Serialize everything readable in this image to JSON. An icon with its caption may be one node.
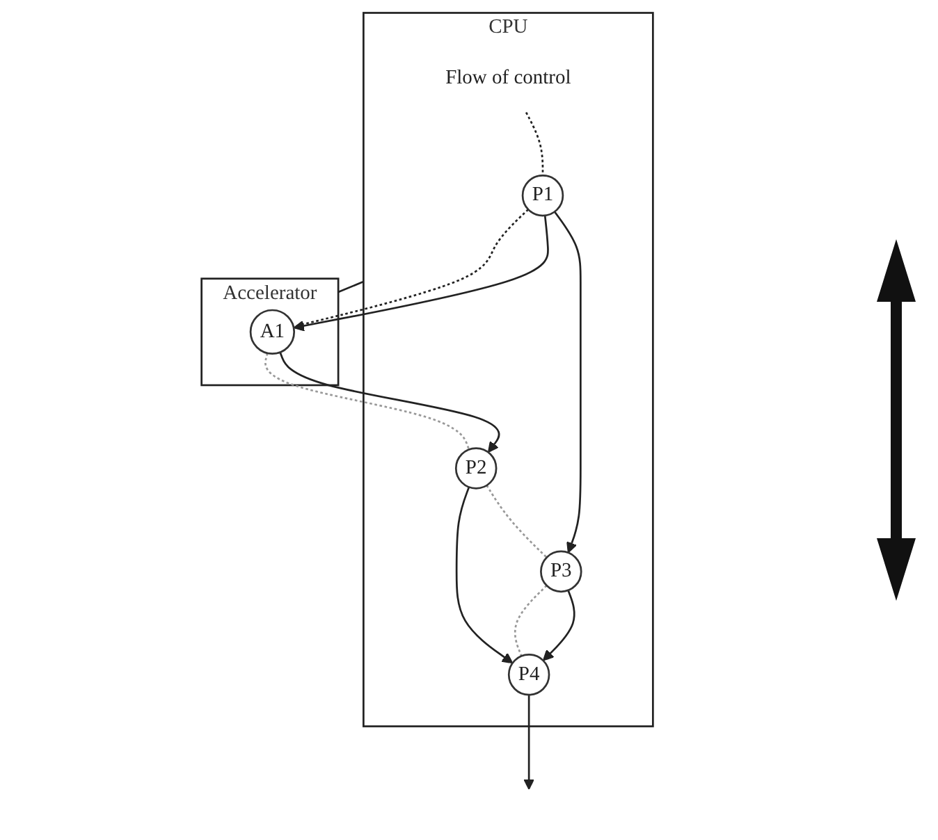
{
  "diagram": {
    "nodes": [
      {
        "text": [
          "CPU"
        ]
      },
      {
        "text": [
          "Flow of control"
        ],
        "in": 0
      },
      {
        "text": [
          "P1"
        ],
        "in": 0
      },
      {
        "text": [
          "P2"
        ],
        "in": 0
      },
      {
        "text": [
          "P3"
        ],
        "in": 0
      },
      {
        "text": [
          "P4"
        ],
        "in": 0
      },
      {
        "text": [
          "Accelerator"
        ]
      },
      {
        "text": [
          "A1"
        ],
        "in": 6
      }
    ],
    "edges": [
      {
        "from": 1,
        "to": 2,
        "arrow": "none",
        "style": "dashed"
      },
      {
        "from": 2,
        "to": 4,
        "arrow": "to"
      },
      {
        "from": 2,
        "to": 7,
        "arrow": "to"
      },
      {
        "from": 2,
        "to": 7,
        "arrow": "none",
        "style": "dashed"
      },
      {
        "from": 7,
        "to": 3,
        "arrow": "to"
      },
      {
        "from": 7,
        "to": 3,
        "arrow": "none",
        "style": "dashed",
        "color": "#999999"
      },
      {
        "from": 3,
        "to": 4,
        "arrow": "none",
        "style": "dashed",
        "color": "#999999"
      },
      {
        "from": 3,
        "to": 5,
        "arrow": "to"
      },
      {
        "from": 4,
        "to": 5,
        "arrow": "to"
      },
      {
        "from": 4,
        "to": 5,
        "arrow": "none",
        "style": "dashed",
        "color": "#999999"
      },
      {
        "from": 5,
        "to": null,
        "arrow": "to"
      },
      {
        "from": 0,
        "to": 6,
        "arrow": "none"
      }
    ]
  }
}
